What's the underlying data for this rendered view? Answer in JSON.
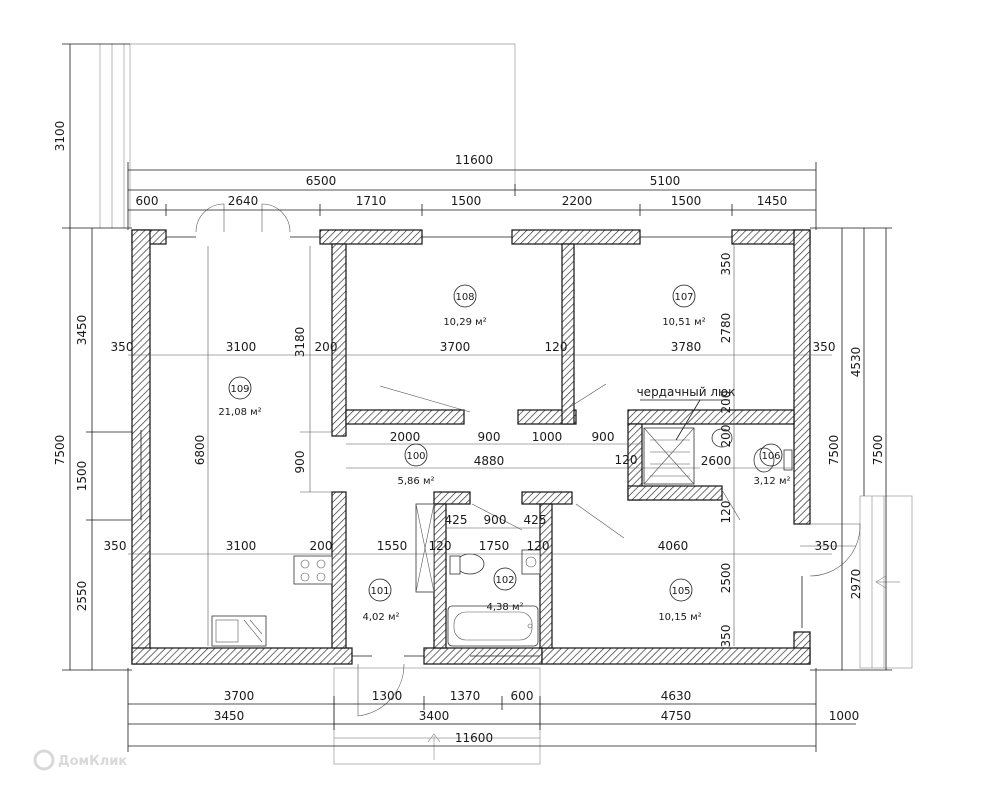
{
  "dimensions": {
    "top_total": "11600",
    "top_left_group": "6500",
    "top_right_group": "5100",
    "top_seg_1": "600",
    "top_seg_2": "2640",
    "top_seg_3": "1710",
    "top_seg_4": "1500",
    "top_seg_5": "2200",
    "top_seg_6": "1500",
    "top_seg_7": "1450",
    "terrace_depth": "3100",
    "left_seg_1": "3450",
    "left_seg_2": "1500",
    "left_seg_3": "2550",
    "left_total": "7500",
    "right_seg_1": "4530",
    "right_seg_2": "2970",
    "right_total_1": "7500",
    "right_total_2": "7500",
    "row1_a": "350",
    "row1_b": "3100",
    "row1_c": "200",
    "row1_d": "3700",
    "row1_e": "120",
    "row1_f": "3780",
    "row1_g": "350",
    "v_3180": "3180",
    "v_6800": "6800",
    "v_900": "900",
    "v_350_top": "350",
    "v_2780": "2780",
    "v_200_a": "200",
    "v_200_b": "200",
    "v_120": "120",
    "v_2500": "2500",
    "v_350_bot": "350",
    "row2_a": "2000",
    "row2_b": "900",
    "row2_c": "1000",
    "row2_d": "900",
    "row2_e": "120",
    "row2_f": "2600",
    "row3_a": "4880",
    "row4_a": "425",
    "row4_b": "900",
    "row4_c": "425",
    "row5_a": "350",
    "row5_b": "3100",
    "row5_c": "200",
    "row5_d": "1550",
    "row5_e": "120",
    "row5_f": "1750",
    "row5_g": "120",
    "row5_h": "4060",
    "row5_i": "350",
    "bottom_1_a": "3700",
    "bottom_1_b": "1300",
    "bottom_1_c": "1370",
    "bottom_1_d": "600",
    "bottom_1_e": "4630",
    "bottom_2_a": "3450",
    "bottom_2_b": "3400",
    "bottom_2_c": "4750",
    "bottom_2_d": "1000",
    "bottom_total": "11600"
  },
  "rooms": [
    {
      "number": "108",
      "area": "10,29 м²"
    },
    {
      "number": "107",
      "area": "10,51 м²"
    },
    {
      "number": "109",
      "area": "21,08 м²"
    },
    {
      "number": "100",
      "area": "5,86 м²"
    },
    {
      "number": "106",
      "area": "3,12 м²"
    },
    {
      "number": "101",
      "area": "4,02 м²"
    },
    {
      "number": "102",
      "area": "4,38 м²"
    },
    {
      "number": "105",
      "area": "10,15 м²"
    }
  ],
  "notes": {
    "attic_hatch": "чердачный люк"
  },
  "watermark": "ДомКлик",
  "colors": {
    "line": "#1a1a1a",
    "hatch": "#333333",
    "background": "#ffffff"
  }
}
